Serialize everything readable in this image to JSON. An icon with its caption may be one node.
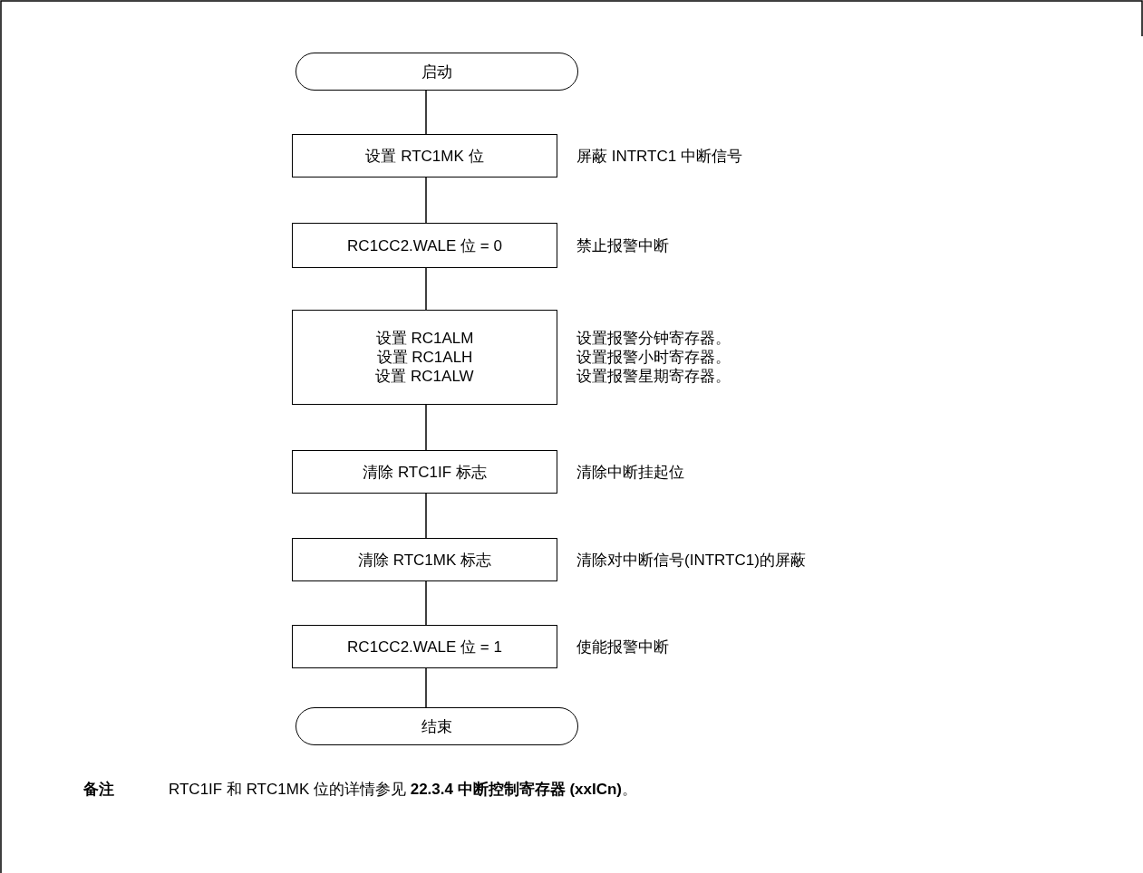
{
  "diagram": {
    "nodes": [
      {
        "text": [
          "启动"
        ]
      },
      {
        "text": [
          "设置 RTC1MK 位"
        ],
        "beside": [
          "屏蔽 INTRTC1 中断信号"
        ]
      },
      {
        "text": [
          "RC1CC2.WALE 位 = 0"
        ],
        "beside": [
          "禁止报警中断"
        ]
      },
      {
        "text": [
          "设置 RC1ALM",
          "设置 RC1ALH",
          "设置 RC1ALW"
        ],
        "beside": [
          "设置报警分钟寄存器。",
          "设置报警小时寄存器。",
          "设置报警星期寄存器。"
        ]
      },
      {
        "text": [
          "清除 RTC1IF 标志"
        ],
        "beside": [
          "清除中断挂起位"
        ]
      },
      {
        "text": [
          "清除 RTC1MK 标志"
        ],
        "beside": [
          "清除对中断信号(INTRTC1)的屏蔽"
        ]
      },
      {
        "text": [
          "RC1CC2.WALE 位 = 1"
        ],
        "beside": [
          "使能报警中断"
        ]
      },
      {
        "text": [
          "结束"
        ]
      }
    ],
    "edges": [
      {
        "from": 0,
        "to": 1,
        "arrow": "none"
      },
      {
        "from": 1,
        "to": 2,
        "arrow": "none"
      },
      {
        "from": 2,
        "to": 3,
        "arrow": "none"
      },
      {
        "from": 3,
        "to": 4,
        "arrow": "none"
      },
      {
        "from": 4,
        "to": 5,
        "arrow": "none"
      },
      {
        "from": 5,
        "to": 6,
        "arrow": "none"
      },
      {
        "from": 6,
        "to": 7,
        "arrow": "none"
      }
    ],
    "labels": [
      "备注",
      "RTC1IF 和 RTC1MK 位的详情参见 **22.3.4 中断控制寄存器 (xxICn)**。"
    ]
  }
}
